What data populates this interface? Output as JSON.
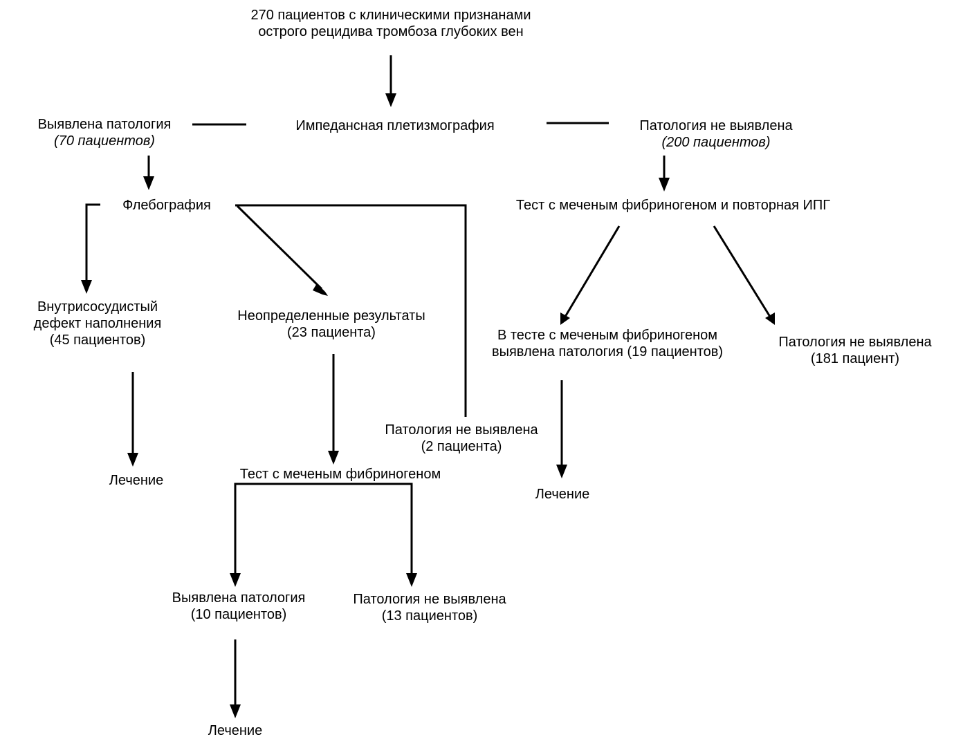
{
  "diagram": {
    "nodes": {
      "start": {
        "lines": [
          "270 пациентов с клиническими признанами",
          "острого рецидива тромбоза глубоких вен"
        ]
      },
      "ipg": {
        "lines": [
          "Импедансная плетизмография"
        ]
      },
      "ipg_positive": {
        "lines": [
          "Выявлена патология",
          "(70 пациентов)"
        ]
      },
      "ipg_negative": {
        "lines": [
          "Патология не выявлена",
          "(200 пациентов)"
        ]
      },
      "phlebography": {
        "lines": [
          "Флебография"
        ]
      },
      "fibrinogen_repeat_ipg": {
        "lines": [
          "Тест с меченым фибриногеном и  повторная ИПГ"
        ]
      },
      "filling_defect": {
        "lines": [
          "Внутрисосудистый",
          "дефект наполнения",
          "(45 пациентов)"
        ]
      },
      "indeterminate": {
        "lines": [
          "Неопределенные результаты",
          "(23  пациента)"
        ]
      },
      "fibrinogen_positive": {
        "lines": [
          "В тесте с меченым фибриногеном",
          "выявлена патология (19 пациентов)"
        ]
      },
      "fibrinogen_negative": {
        "lines": [
          "Патология не выявлена",
          "(181 пациент)"
        ]
      },
      "phlebo_negative": {
        "lines": [
          "Патология не выявлена",
          "(2 пациента)"
        ]
      },
      "treatment_1": {
        "lines": [
          "Лечение"
        ]
      },
      "fibrinogen_test": {
        "lines": [
          "Тест с меченым фибриногеном"
        ]
      },
      "treatment_2": {
        "lines": [
          "Лечение"
        ]
      },
      "fib_test_positive": {
        "lines": [
          "Выявлена патология",
          "(10 пациентов)"
        ]
      },
      "fib_test_negative": {
        "lines": [
          "Патология не выявлена",
          "(13 пациентов)"
        ]
      },
      "treatment_3": {
        "lines": [
          "Лечение"
        ]
      }
    },
    "edges": [
      {
        "from": "start",
        "to": "ipg"
      },
      {
        "from": "ipg",
        "to": "ipg_positive"
      },
      {
        "from": "ipg",
        "to": "ipg_negative"
      },
      {
        "from": "ipg_positive",
        "to": "phlebography"
      },
      {
        "from": "ipg_negative",
        "to": "fibrinogen_repeat_ipg"
      },
      {
        "from": "phlebography",
        "to": "filling_defect"
      },
      {
        "from": "phlebography",
        "to": "indeterminate"
      },
      {
        "from": "phlebography",
        "to": "phlebo_negative"
      },
      {
        "from": "fibrinogen_repeat_ipg",
        "to": "fibrinogen_positive"
      },
      {
        "from": "fibrinogen_repeat_ipg",
        "to": "fibrinogen_negative"
      },
      {
        "from": "filling_defect",
        "to": "treatment_1"
      },
      {
        "from": "indeterminate",
        "to": "fibrinogen_test"
      },
      {
        "from": "fibrinogen_positive",
        "to": "treatment_2"
      },
      {
        "from": "fibrinogen_test",
        "to": "fib_test_positive"
      },
      {
        "from": "fibrinogen_test",
        "to": "fib_test_negative"
      },
      {
        "from": "fib_test_positive",
        "to": "treatment_3"
      }
    ]
  }
}
